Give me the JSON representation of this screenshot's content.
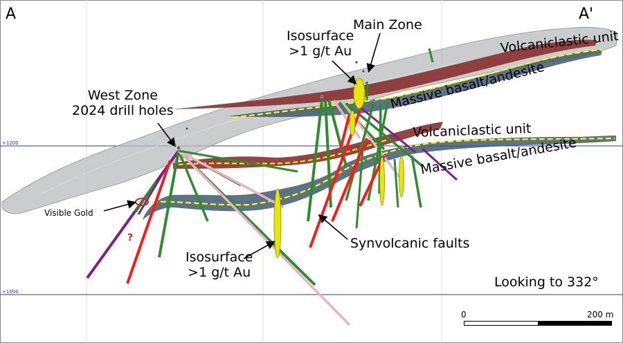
{
  "section_labels": {
    "start": "A",
    "end": "A'"
  },
  "annotations": {
    "main_zone": "Main Zone",
    "isosurface_upper": [
      "Isosurface",
      ">1 g/t Au"
    ],
    "isosurface_lower": [
      "Isosurface",
      ">1 g/t Au"
    ],
    "west_zone": [
      "West Zone",
      "2024 drill holes"
    ],
    "volcaniclastic_upper": "Volcaniclastic unit",
    "massive_basalt_upper": "Massive basalt/andesite",
    "volcaniclastic_lower": "Volcaniclastic unit",
    "massive_basalt_lower": "Massive basalt/andesite",
    "visible_gold": "Visible Gold",
    "question_mark": "?",
    "synvolcanic_faults": "Synvolcanic faults",
    "looking_direction": "Looking to 332°"
  },
  "elevation_labels": {
    "upper": "+1200",
    "lower": "+1000"
  },
  "scale_bar": {
    "start_label": "0",
    "end_label": "200 m"
  },
  "colors": {
    "surface": "#b9bbbd",
    "volcaniclastic": "#8a3030",
    "basalt": "#3e5a6e",
    "contact": "#ffff00",
    "drill_green": "#2e8b2e",
    "drill_pink": "#e8b4c4",
    "drill_purple": "#7a1f8c",
    "fault": "#ff1a1a",
    "isosurface": "#e6e60a",
    "elevation_line": "#3a3a9a"
  }
}
